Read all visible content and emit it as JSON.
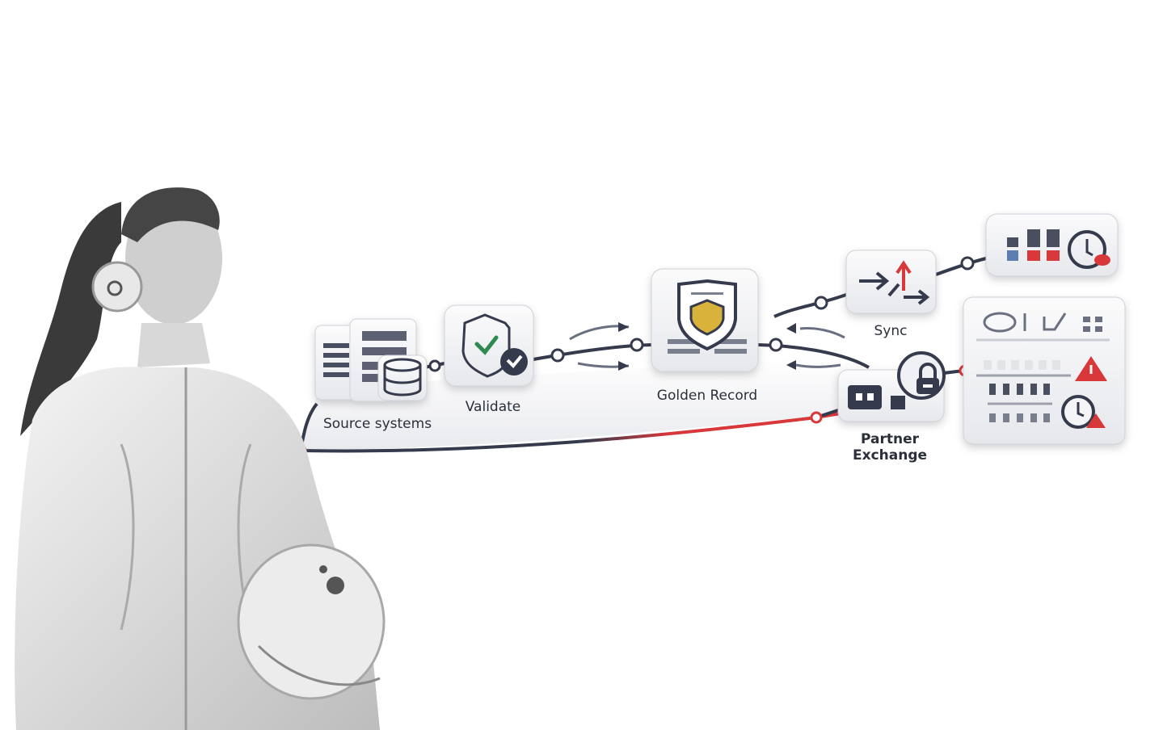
{
  "diagram": {
    "nodes": [
      {
        "id": "source",
        "label": "Source systems"
      },
      {
        "id": "validate",
        "label": "Validate"
      },
      {
        "id": "golden",
        "label": "Golden Record"
      },
      {
        "id": "sync",
        "label": "Sync"
      },
      {
        "id": "partner",
        "label_line1": "Partner",
        "label_line2": "Exchange"
      }
    ],
    "colors": {
      "navy": "#353a4d",
      "red": "#d9383a",
      "green": "#2e8a4f",
      "gold": "#d8b23a",
      "blue": "#5b7fb0",
      "card": "#f3f4f7"
    }
  }
}
